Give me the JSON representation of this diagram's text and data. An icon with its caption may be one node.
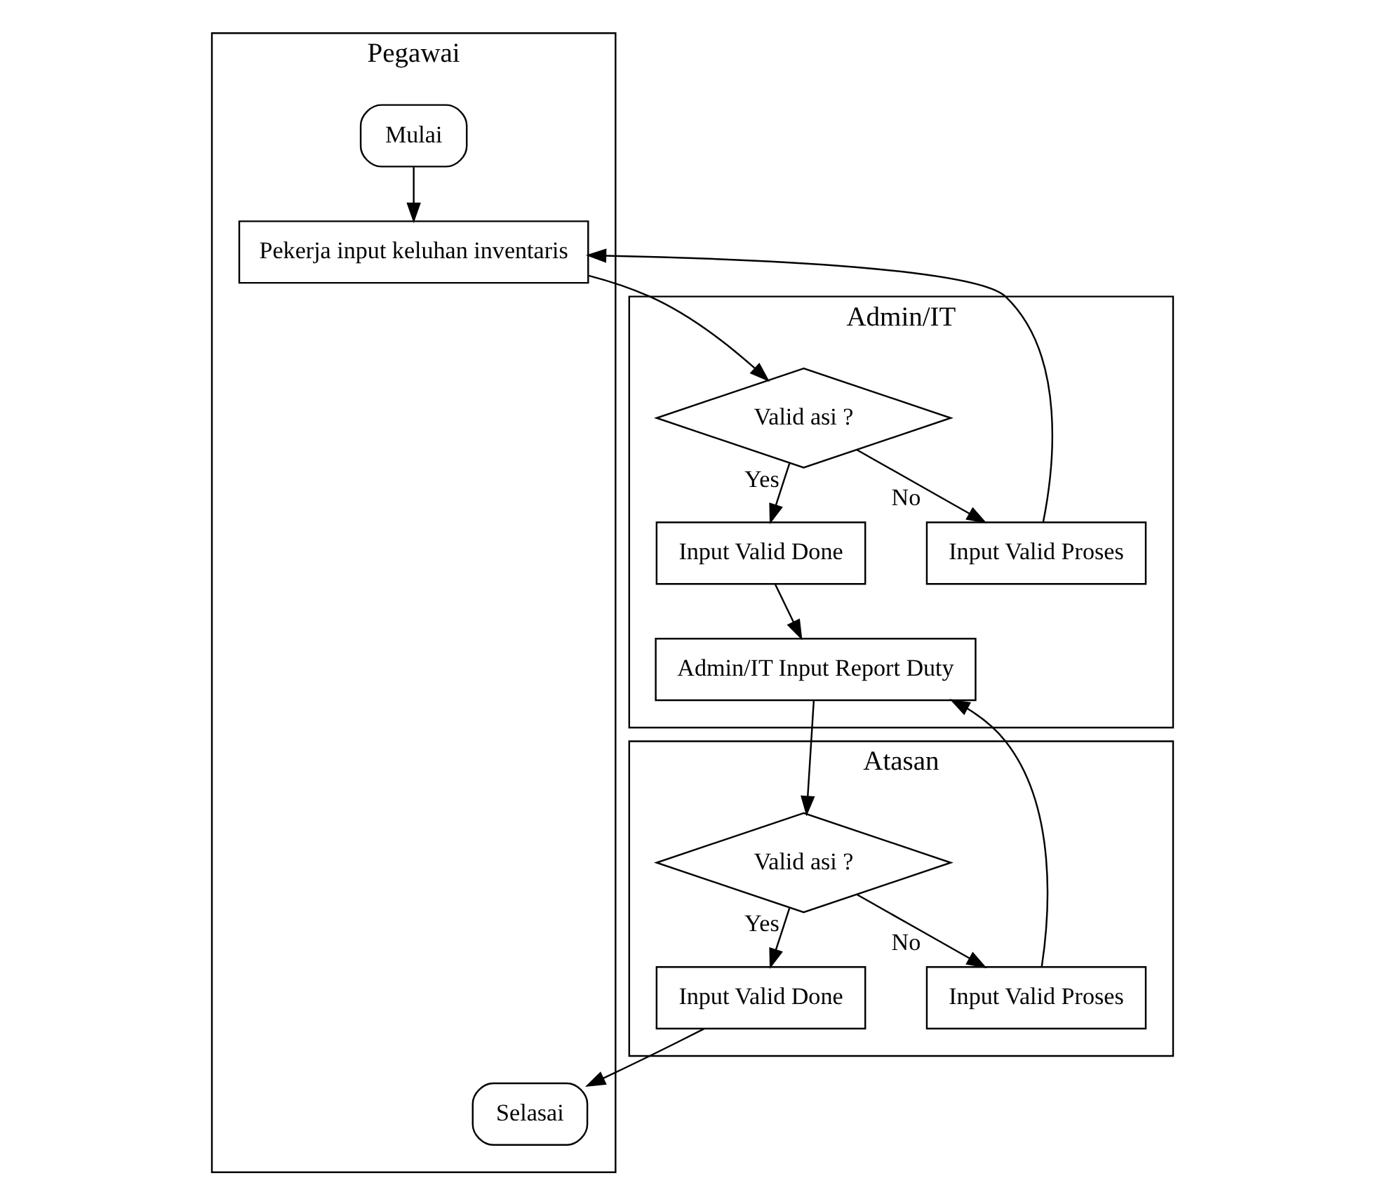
{
  "diagram": {
    "nodes": [
      {
        "text": [
          "Pegawai"
        ]
      },
      {
        "text": [
          "Admin/IT"
        ]
      },
      {
        "text": [
          "Atasan"
        ]
      },
      {
        "text": [
          "Mulai"
        ],
        "in": 0
      },
      {
        "text": [
          "Pekerja input keluhan inventaris"
        ],
        "in": 0
      },
      {
        "text": [
          "Selasai"
        ],
        "in": 0
      },
      {
        "text": [
          "Valid asi ?"
        ],
        "in": 1
      },
      {
        "text": [
          "Input Valid Proses"
        ],
        "in": 1
      },
      {
        "text": [
          "Input Valid Done"
        ],
        "in": 1
      },
      {
        "text": [
          "Admin/IT Input Report Duty"
        ],
        "in": 1
      },
      {
        "text": [
          "Valid asi ?"
        ],
        "in": 2
      },
      {
        "text": [
          "Input Valid Proses"
        ],
        "in": 2
      },
      {
        "text": [
          "Input Valid Done"
        ],
        "in": 2
      }
    ],
    "edges": [
      {
        "from": 3,
        "to": 4,
        "arrow": "to"
      },
      {
        "from": 4,
        "to": 6,
        "arrow": "to"
      },
      {
        "from": 6,
        "to": 7,
        "arrow": "to",
        "label": "No"
      },
      {
        "from": 6,
        "to": 8,
        "arrow": "to",
        "label": "Yes"
      },
      {
        "from": 7,
        "to": 4,
        "arrow": "to"
      },
      {
        "from": 8,
        "to": 9,
        "arrow": "to"
      },
      {
        "from": 9,
        "to": 10,
        "arrow": "to"
      },
      {
        "from": 10,
        "to": 11,
        "arrow": "to",
        "label": "No"
      },
      {
        "from": 10,
        "to": 12,
        "arrow": "to",
        "label": "Yes"
      },
      {
        "from": 11,
        "to": 9,
        "arrow": "to"
      },
      {
        "from": 12,
        "to": 5,
        "arrow": "to"
      }
    ]
  }
}
